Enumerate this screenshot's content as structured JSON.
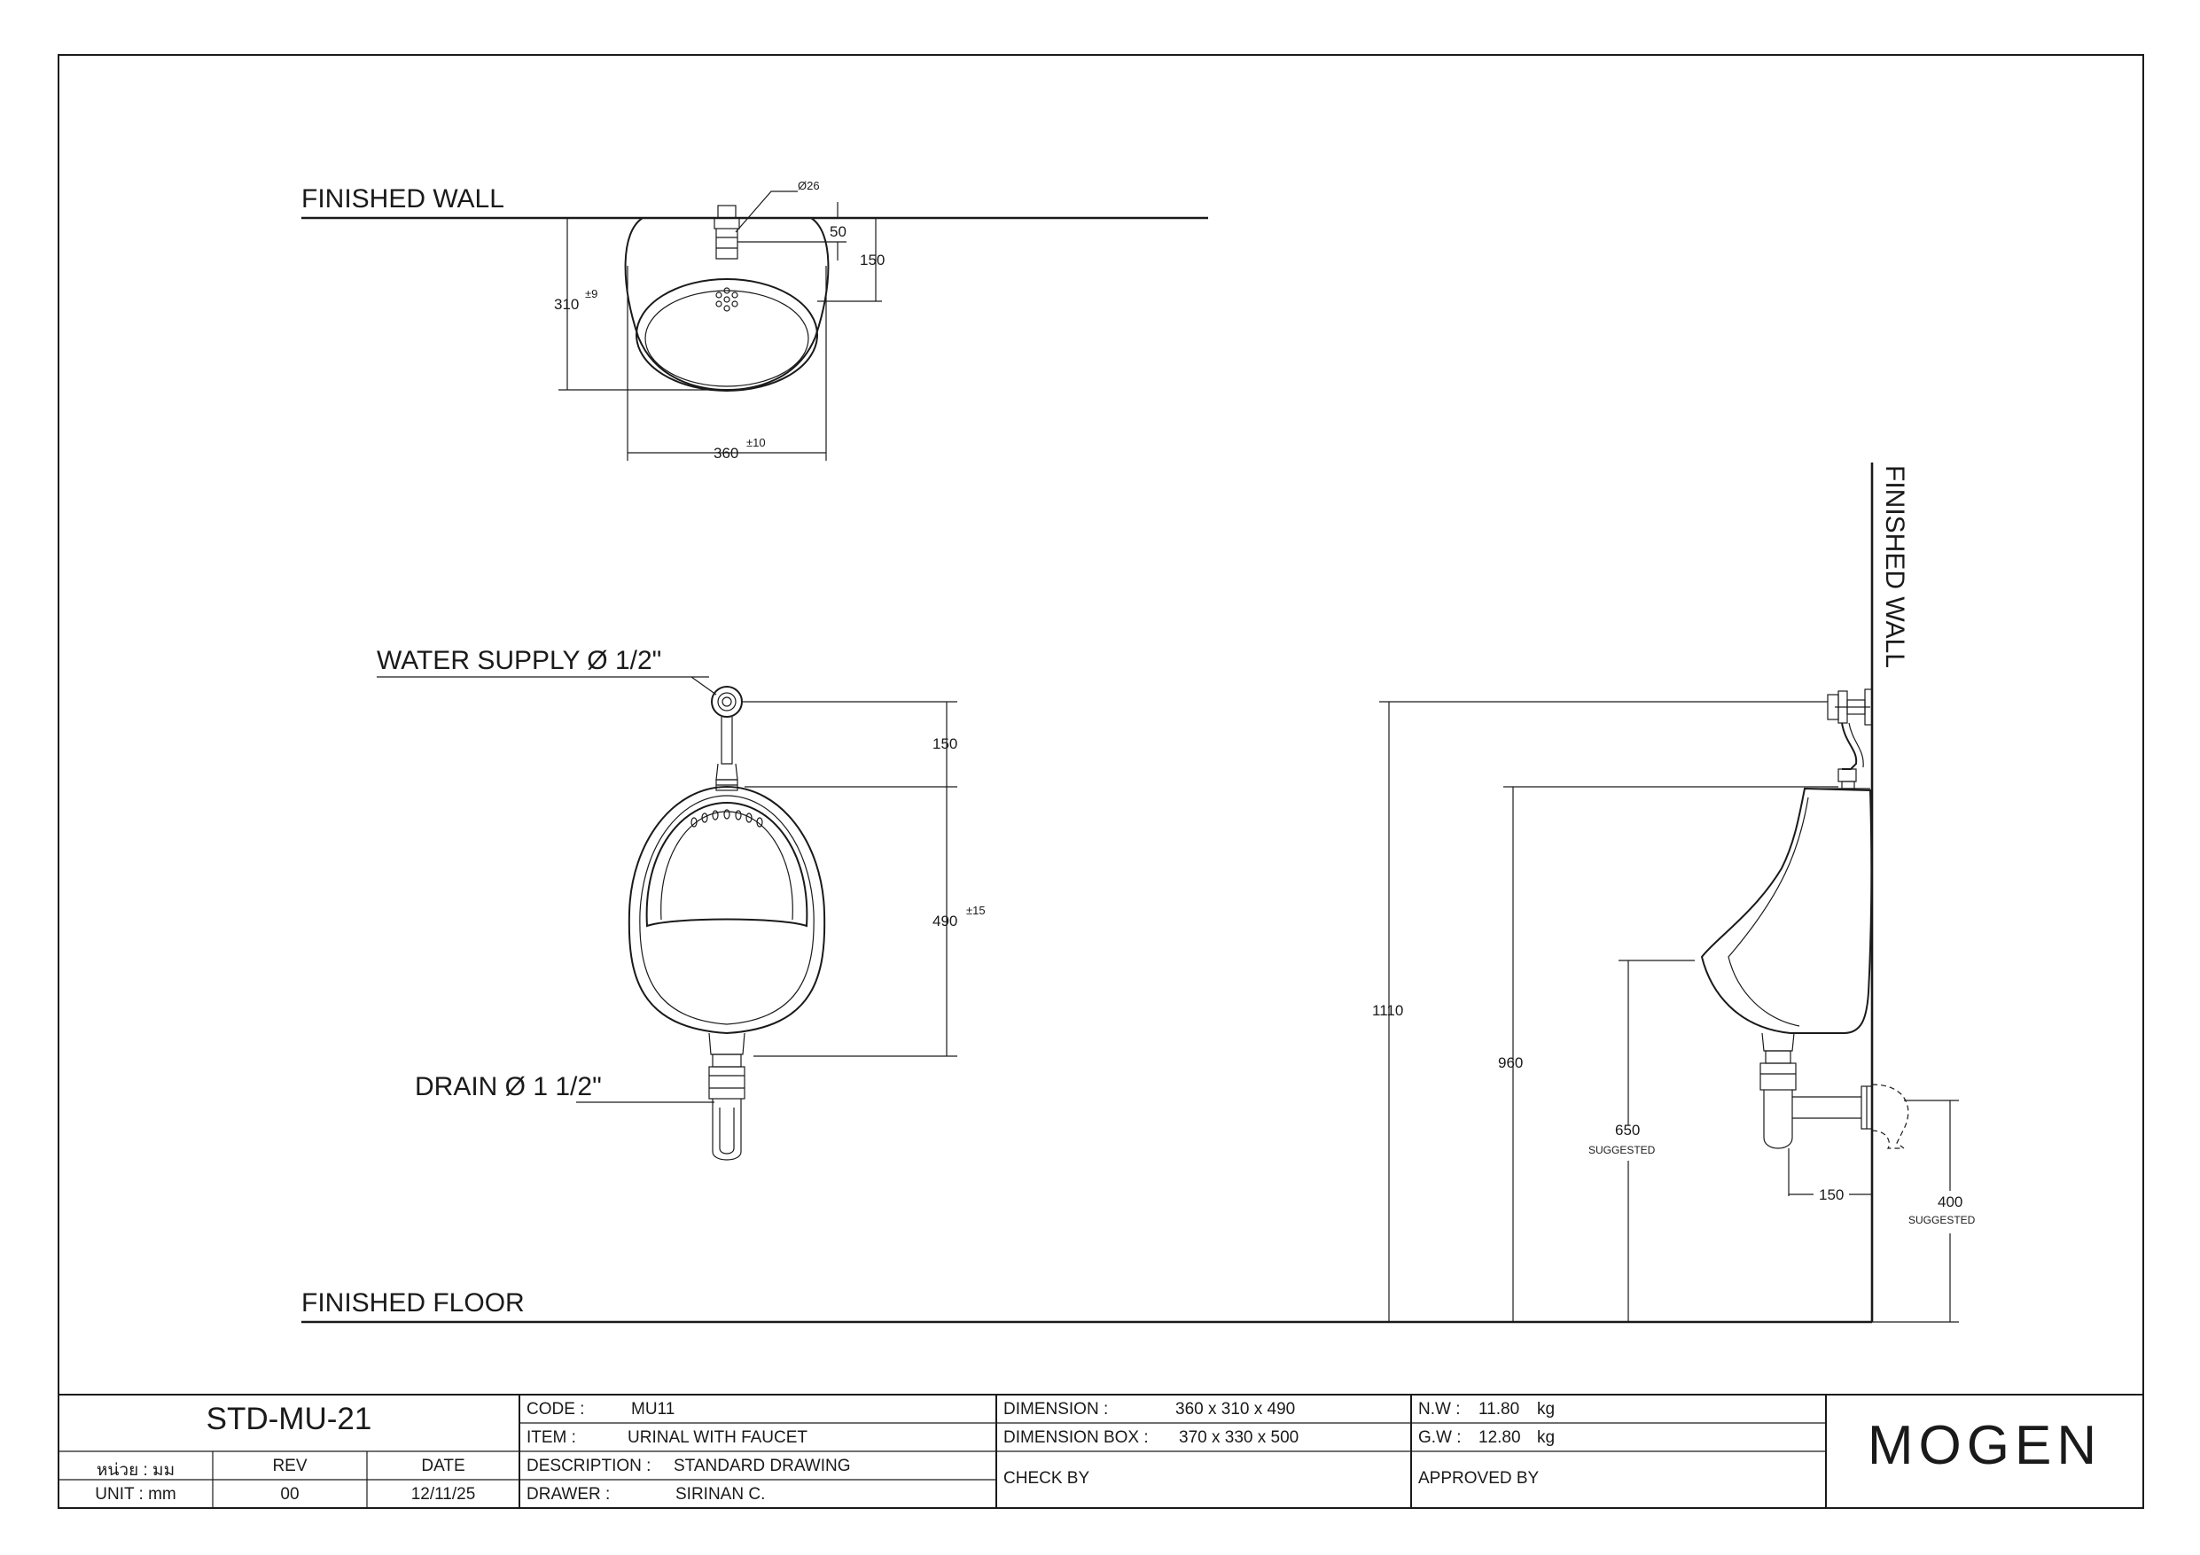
{
  "top_view": {
    "wall_label": "FINISHED WALL",
    "dia_label": "Ø26",
    "dim_50": "50",
    "dim_150": "150",
    "dim_310": "310",
    "tol_310": "±9",
    "dim_360": "360",
    "tol_360": "±10"
  },
  "front_view": {
    "water_supply_label": "WATER SUPPLY Ø 1/2\"",
    "drain_label": "DRAIN Ø 1 1/2\"",
    "dim_150": "150",
    "dim_490": "490",
    "tol_490": "±15"
  },
  "side_view": {
    "wall_label": "FINISHED WALL",
    "dim_1110": "1110",
    "dim_960": "960",
    "dim_650": "650",
    "suggested_650": "SUGGESTED",
    "dim_150": "150",
    "dim_400": "400",
    "suggested_400": "SUGGESTED"
  },
  "floor_label": "FINISHED FLOOR",
  "title_block": {
    "drawing_no": "STD-MU-21",
    "unit_th": "หน่วย : มม",
    "unit_en": "UNIT : mm",
    "rev_label": "REV",
    "rev_value": "00",
    "date_label": "DATE",
    "date_value": "12/11/25",
    "code_label": "CODE :",
    "code_value": "MU11",
    "item_label": "ITEM :",
    "item_value": "URINAL WITH FAUCET",
    "description_label": "DESCRIPTION :",
    "description_value": "STANDARD DRAWING",
    "drawer_label": "DRAWER :",
    "drawer_value": "SIRINAN C.",
    "dimension_label": "DIMENSION :",
    "dimension_value": "360 x 310 x 490",
    "dimension_box_label": "DIMENSION BOX :",
    "dimension_box_value": "370 x 330 x 500",
    "check_by_label": "CHECK BY",
    "nw_label": "N.W :",
    "nw_value": "11.80",
    "nw_unit": "kg",
    "gw_label": "G.W :",
    "gw_value": "12.80",
    "gw_unit": "kg",
    "approved_by_label": "APPROVED BY",
    "logo_text": "MOGEN"
  }
}
